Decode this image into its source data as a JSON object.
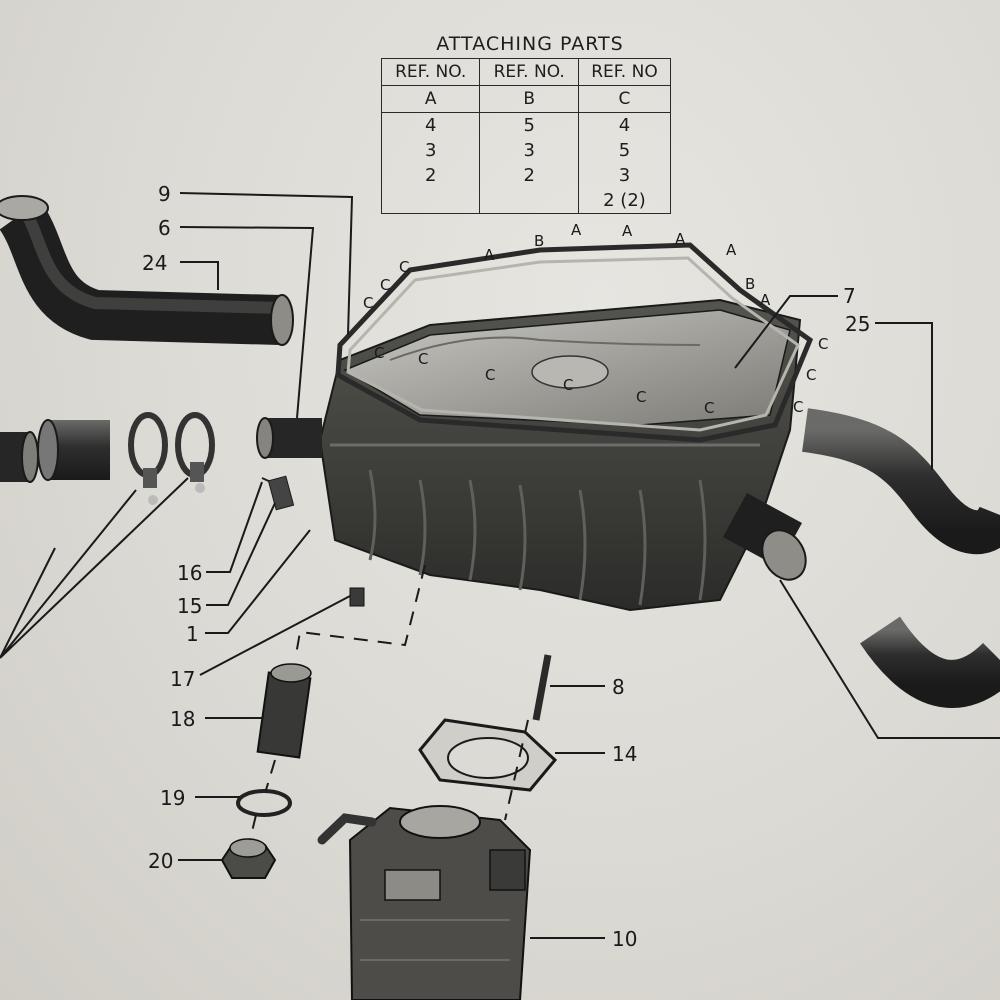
{
  "attaching_parts": {
    "title": "ATTACHING PARTS",
    "headers": [
      "REF. NO.",
      "REF. NO.",
      "REF. NO"
    ],
    "columns": [
      {
        "letter": "A",
        "items": [
          "4",
          "3",
          "2"
        ]
      },
      {
        "letter": "B",
        "items": [
          "5",
          "3",
          "2"
        ]
      },
      {
        "letter": "C",
        "items": [
          "4",
          "5",
          "3",
          "2 (2)"
        ]
      }
    ]
  },
  "callouts": {
    "n9": "9",
    "n6": "6",
    "n24": "24",
    "n7": "7",
    "n25": "25",
    "n16": "16",
    "n15": "15",
    "n1": "1",
    "n17": "17",
    "n18": "18",
    "n8": "8",
    "n14": "14",
    "n19": "19",
    "n20": "20",
    "n10": "10"
  },
  "gasket_letters": {
    "a1": "A",
    "a2": "A",
    "a3": "A",
    "a4": "A",
    "a5": "A",
    "a6": "A",
    "b1": "B",
    "b2": "B",
    "c1": "C",
    "c2": "C",
    "c3": "C",
    "c4": "C",
    "c5": "C",
    "c6": "C",
    "c7": "C",
    "c8": "C",
    "c9": "C",
    "c10": "C",
    "c11": "C",
    "c12": "C",
    "c13": "C"
  },
  "colors": {
    "paper": "#dcdad4",
    "ink": "#1a1a1a",
    "metal": "#9a9994",
    "hose": "#3a3a3a"
  }
}
